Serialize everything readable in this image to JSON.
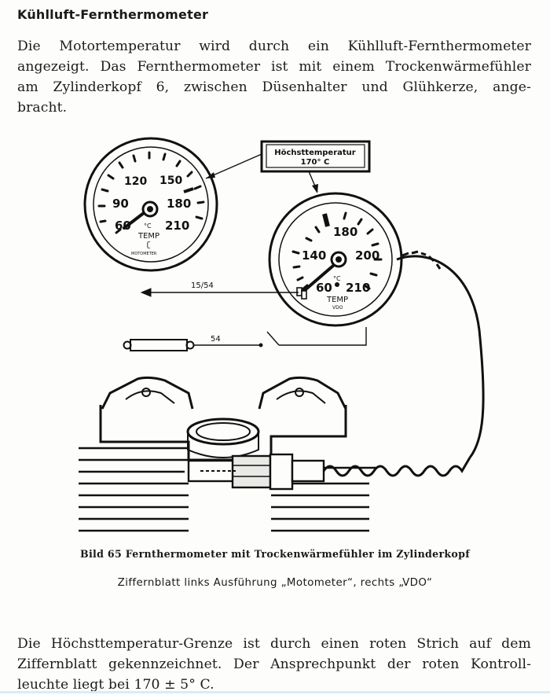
{
  "document": {
    "heading": "Kühlluft-Fernthermometer",
    "intro_lines": [
      "Die Motortemperatur wird durch ein Kühlluft-Fernthermometer",
      "angezeigt. Das Fernthermometer ist mit einem Trockenwärmefühler",
      "am Zylinderkopf 6, zwischen Düsenhalter und Glühkerze, ange-",
      "bracht."
    ],
    "figure_caption": "Bild 65   Fernthermometer mit Trockenwärmefühler im Zylinderkopf",
    "figure_subcaption": "Ziffernblatt links Ausführung „Motometer“, rechts „VDO“",
    "outro_lines": [
      "Die Höchsttemperatur-Grenze ist durch einen roten Strich auf dem",
      "Ziffernblatt gekennzeichnet. Der Ansprechpunkt der roten Kontroll-",
      "leuchte liegt bei 170 ± 5° C."
    ]
  },
  "figure": {
    "max_temp_box": {
      "line1": "Höchsttemperatur",
      "line2": "170° C"
    },
    "gauge_left": {
      "ticks": [
        "60",
        "90",
        "120",
        "150",
        "180",
        "210"
      ],
      "unit": "°C",
      "label": "TEMP",
      "brand": "MOTOMETER"
    },
    "gauge_right": {
      "ticks": [
        "60",
        "140",
        "180",
        "200",
        "210"
      ],
      "unit": "°C",
      "label": "TEMP",
      "brand": "VDO"
    },
    "wire_labels": {
      "upper": "15/54",
      "lower": "54"
    }
  }
}
